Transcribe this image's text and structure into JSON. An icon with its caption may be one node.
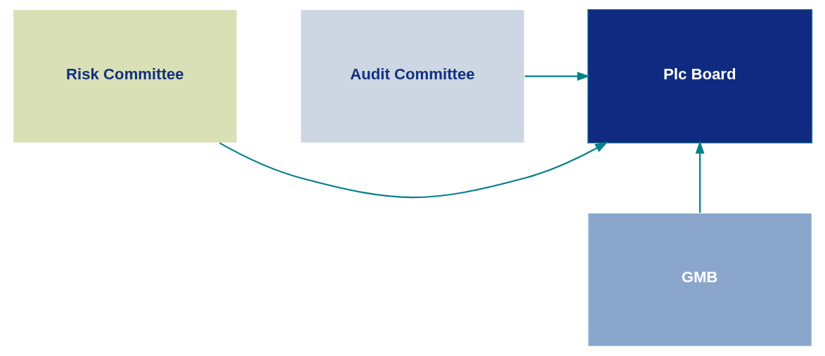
{
  "diagram": {
    "nodes": [
      {
        "text": [
          "Risk Committee"
        ]
      },
      {
        "text": [
          "Plc Board"
        ]
      },
      {
        "text": [
          "Audit Committee"
        ]
      },
      {
        "text": [
          "GMB"
        ]
      }
    ],
    "edges": [
      {
        "from": 0,
        "to": 1,
        "arrow": "to"
      },
      {
        "from": 2,
        "to": 1,
        "arrow": "to"
      },
      {
        "from": 3,
        "to": 1,
        "arrow": "to"
      }
    ]
  }
}
